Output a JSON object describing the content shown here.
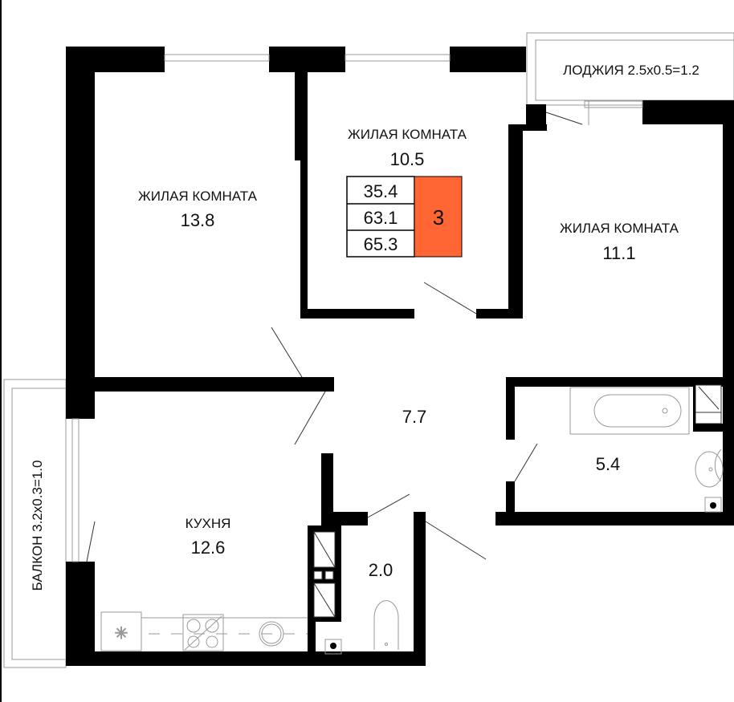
{
  "rooms": {
    "living_1": {
      "name": "ЖИЛАЯ КОМНАТА",
      "area": "13.8"
    },
    "living_2": {
      "name": "ЖИЛАЯ КОМНАТА",
      "area": "10.5"
    },
    "living_3": {
      "name": "ЖИЛАЯ КОМНАТА",
      "area": "11.1"
    },
    "hall": {
      "area": "7.7"
    },
    "bathroom": {
      "area": "5.4"
    },
    "kitchen": {
      "name": "КУХНЯ",
      "area": "12.6"
    },
    "wc": {
      "area": "2.0"
    },
    "loggia": {
      "label": "ЛОДЖИЯ 2.5x0.5=1.2"
    },
    "balcony": {
      "label": "БАЛКОН 3.2x0.3=1.0"
    }
  },
  "summary": {
    "living_area": "35.4",
    "total_area": "63.1",
    "total_with_outdoor": "65.3",
    "room_count": "3",
    "accent_color": "#FF6633"
  }
}
